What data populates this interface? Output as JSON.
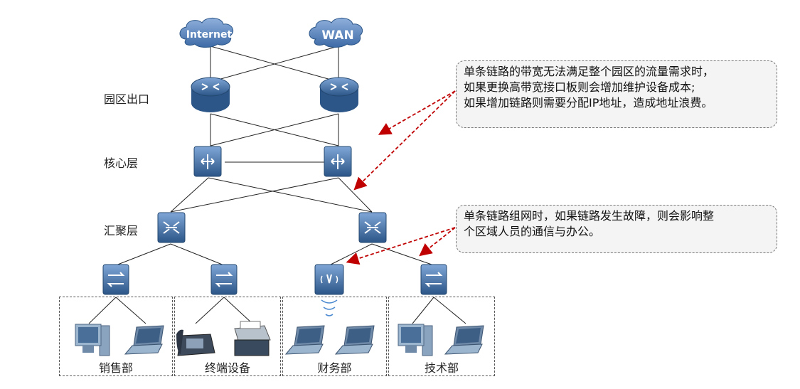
{
  "clouds": {
    "internet": "Internet",
    "wan": "WAN"
  },
  "layers": {
    "exit": "园区出口",
    "core": "核心层",
    "aggregation": "汇聚层"
  },
  "callouts": {
    "top": [
      "单条链路的带宽无法满足整个园区的流量需求时，",
      "如果更换高带宽接口板则会增加维护设备成本;",
      "如果增加链路则需要分配IP地址，造成地址浪费。"
    ],
    "bottom": [
      "单条链路组网时，如果链路发生故障，则会影响整",
      "个区域人员的通信与办公。"
    ]
  },
  "departments": [
    "销售部",
    "终端设备",
    "财务部",
    "技术部"
  ],
  "colors": {
    "device": "#2f5a8f",
    "device_light": "#6f95c4",
    "arrow": "#c00000"
  }
}
